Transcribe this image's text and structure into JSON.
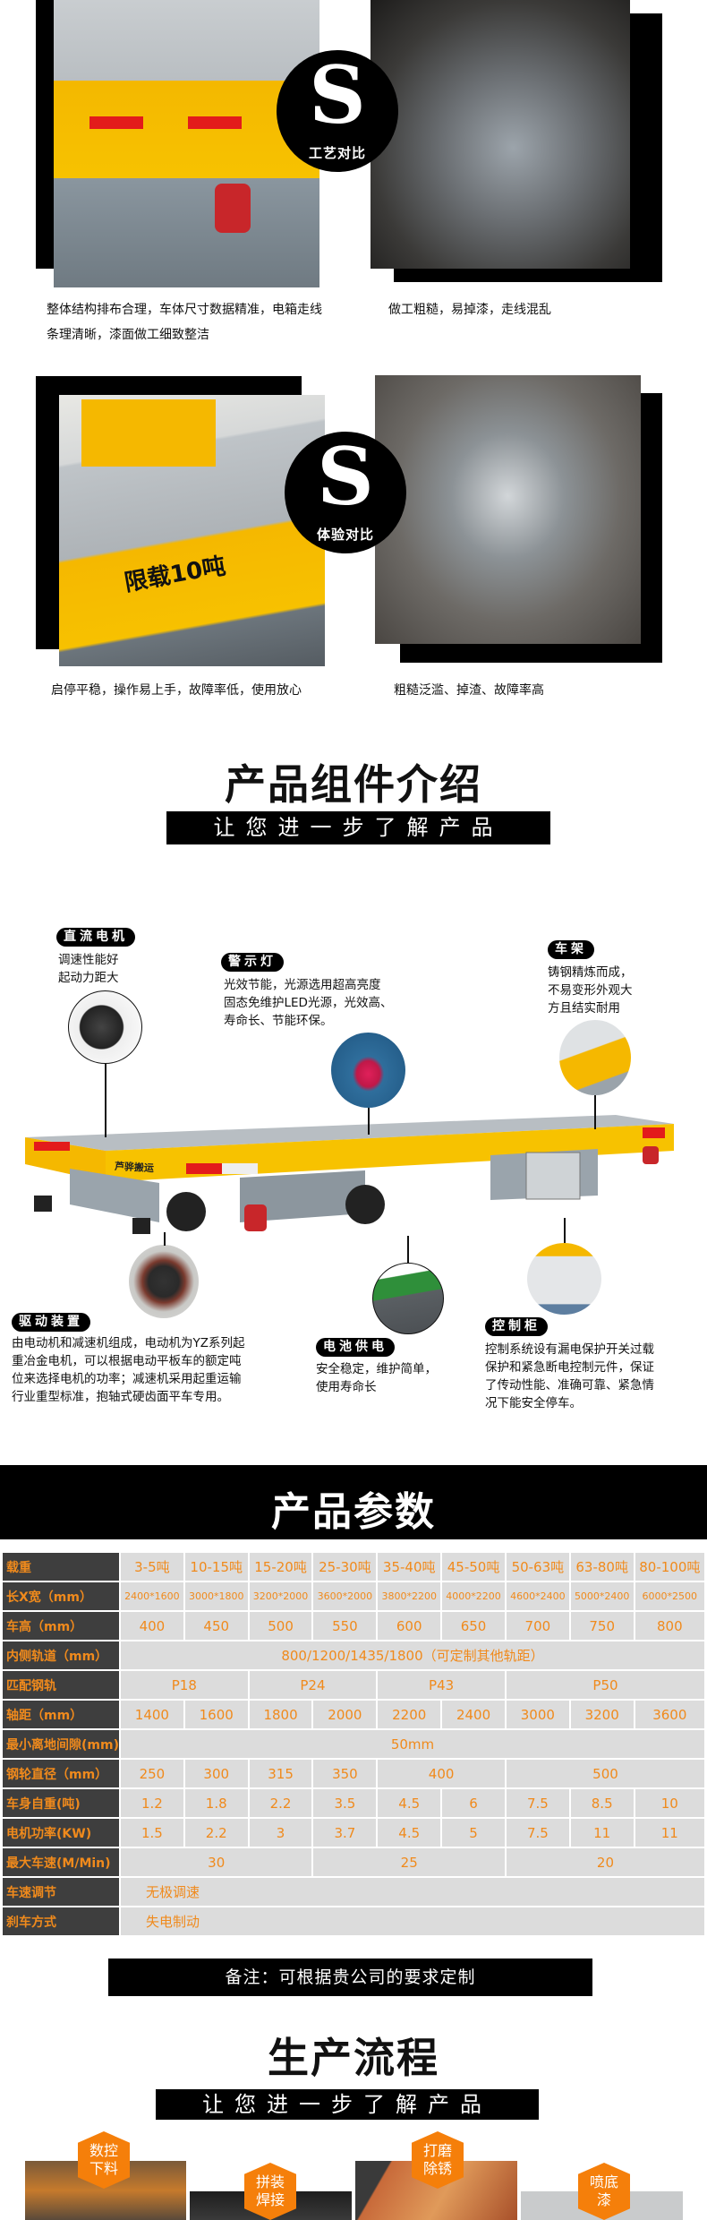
{
  "comparison": [
    {
      "badge_letter": "S",
      "badge_label": "工艺对比",
      "good_text_lines": [
        "整体结构排布合理，车体尺寸数据精准，电箱走线",
        "条理清晰，漆面做工细致整洁"
      ],
      "bad_text": "做工粗糙，易掉漆，走线混乱"
    },
    {
      "badge_letter": "S",
      "badge_label": "体验对比",
      "photo_sign": "限载10吨",
      "good_text": "启停平稳，操作易上手，故障率低，使用放心",
      "bad_text": "粗糙泛滥、掉渣、故障率高"
    }
  ],
  "components": {
    "title": "产品组件介绍",
    "subtitle": "让您进一步了解产品",
    "trailer_brand": "芦骅搬运",
    "items": [
      {
        "label": "直流电机",
        "desc": [
          "调速性能好",
          "起动力距大"
        ]
      },
      {
        "label": "警示灯",
        "desc": [
          "光效节能，光源选用超高亮度",
          "固态免维护LED光源，光效高、",
          "寿命长、节能环保。"
        ]
      },
      {
        "label": "车架",
        "desc": [
          "铸钢精炼而成，",
          "不易变形外观大",
          "方且结实耐用"
        ]
      },
      {
        "label": "驱动装置",
        "desc": [
          "由电动机和减速机组成，电动机为YZ系列起",
          "重冶金电机，可以根据电动平板车的额定吨",
          "位来选择电机的功率；减速机采用起重运输",
          "行业重型标准，抱轴式硬齿面平车专用。"
        ]
      },
      {
        "label": "电池供电",
        "desc": [
          "安全稳定，维护简单，",
          "使用寿命长"
        ]
      },
      {
        "label": "控制柜",
        "desc": [
          "控制系统设有漏电保护开关过载",
          "保护和紧急断电控制元件，保证",
          "了传动性能、准确可靠、紧急情",
          "况下能安全停车。"
        ]
      }
    ]
  },
  "params": {
    "title": "产品参数",
    "rows": [
      {
        "label": "载重",
        "cells": [
          [
            "3-5吨",
            1
          ],
          [
            "10-15吨",
            1
          ],
          [
            "15-20吨",
            1
          ],
          [
            "25-30吨",
            1
          ],
          [
            "35-40吨",
            1
          ],
          [
            "45-50吨",
            1
          ],
          [
            "50-63吨",
            1
          ],
          [
            "63-80吨",
            1
          ],
          [
            "80-100吨",
            1
          ]
        ]
      },
      {
        "label": "长X宽（mm）",
        "small": true,
        "cells": [
          [
            "2400*1600",
            1
          ],
          [
            "3000*1800",
            1
          ],
          [
            "3200*2000",
            1
          ],
          [
            "3600*2000",
            1
          ],
          [
            "3800*2200",
            1
          ],
          [
            "4000*2200",
            1
          ],
          [
            "4600*2400",
            1
          ],
          [
            "5000*2400",
            1
          ],
          [
            "6000*2500",
            1
          ]
        ]
      },
      {
        "label": "车高（mm）",
        "cells": [
          [
            "400",
            1
          ],
          [
            "450",
            1
          ],
          [
            "500",
            1
          ],
          [
            "550",
            1
          ],
          [
            "600",
            1
          ],
          [
            "650",
            1
          ],
          [
            "700",
            1
          ],
          [
            "750",
            1
          ],
          [
            "800",
            1
          ]
        ]
      },
      {
        "label": "内侧轨道（mm）",
        "cells": [
          [
            "800/1200/1435/1800（可定制其他轨距）",
            9
          ]
        ]
      },
      {
        "label": "匹配钢轨",
        "cells": [
          [
            "P18",
            2
          ],
          [
            "P24",
            2
          ],
          [
            "P43",
            2
          ],
          [
            "P50",
            3
          ]
        ]
      },
      {
        "label": "轴距（mm）",
        "cells": [
          [
            "1400",
            1
          ],
          [
            "1600",
            1
          ],
          [
            "1800",
            1
          ],
          [
            "2000",
            1
          ],
          [
            "2200",
            1
          ],
          [
            "2400",
            1
          ],
          [
            "3000",
            1
          ],
          [
            "3200",
            1
          ],
          [
            "3600",
            1
          ]
        ]
      },
      {
        "label": "最小离地间隙(mm)",
        "cells": [
          [
            "50mm",
            9
          ]
        ]
      },
      {
        "label": "钢轮直径（mm）",
        "cells": [
          [
            "250",
            1
          ],
          [
            "300",
            1
          ],
          [
            "315",
            1
          ],
          [
            "350",
            1
          ],
          [
            "400",
            2
          ],
          [
            "500",
            3
          ]
        ]
      },
      {
        "label": "车身自重(吨)",
        "cells": [
          [
            "1.2",
            1
          ],
          [
            "1.8",
            1
          ],
          [
            "2.2",
            1
          ],
          [
            "3.5",
            1
          ],
          [
            "4.5",
            1
          ],
          [
            "6",
            1
          ],
          [
            "7.5",
            1
          ],
          [
            "8.5",
            1
          ],
          [
            "10",
            1
          ]
        ]
      },
      {
        "label": "电机功率(KW)",
        "cells": [
          [
            "1.5",
            1
          ],
          [
            "2.2",
            1
          ],
          [
            "3",
            1
          ],
          [
            "3.7",
            1
          ],
          [
            "4.5",
            1
          ],
          [
            "5",
            1
          ],
          [
            "7.5",
            1
          ],
          [
            "11",
            1
          ],
          [
            "11",
            1
          ]
        ]
      },
      {
        "label": "最大车速(M/Min)",
        "cells": [
          [
            "30",
            3
          ],
          [
            "25",
            3
          ],
          [
            "20",
            3
          ]
        ]
      },
      {
        "label": "车速调节",
        "left": true,
        "cells": [
          [
            "无极调速",
            9
          ]
        ]
      },
      {
        "label": "刹车方式",
        "left": true,
        "cells": [
          [
            "失电制动",
            9
          ]
        ]
      }
    ],
    "note": "备注：可根据贵公司的要求定制"
  },
  "process": {
    "title": "生产流程",
    "subtitle": "让您进一步了解产品",
    "steps": [
      {
        "line1": "数控",
        "line2": "下料"
      },
      {
        "line1": "拼装",
        "line2": "焊接"
      },
      {
        "line1": "打磨",
        "line2": "除锈"
      },
      {
        "line1": "喷底",
        "line2": "漆"
      }
    ]
  },
  "colors": {
    "accent": "#f08a1c",
    "hex": "#f57f0a",
    "label_bg": "#3e3e3e",
    "cell_bg": "#dcdcdc",
    "trailer_yellow": "#f7c200"
  }
}
